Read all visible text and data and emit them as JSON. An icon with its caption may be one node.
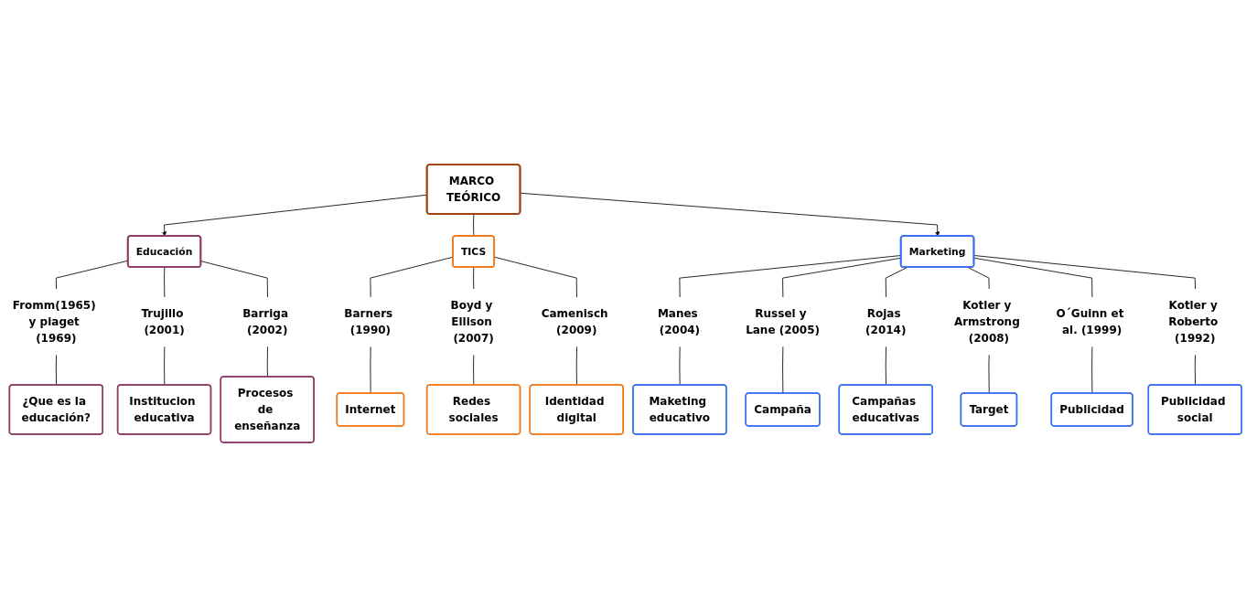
{
  "diagram": {
    "nodes": [
      {
        "text": [
          "MARCO TEÓRICO"
        ]
      },
      {
        "text": [
          "Educación"
        ]
      },
      {
        "text": [
          "TICS"
        ]
      },
      {
        "text": [
          "Marketing"
        ]
      },
      {
        "text": [
          "Fromm(1965) y piaget (1969)"
        ]
      },
      {
        "text": [
          "Trujillo (2001)"
        ]
      },
      {
        "text": [
          "Barriga (2002)"
        ]
      },
      {
        "text": [
          "¿Que es la educación?"
        ]
      },
      {
        "text": [
          "Institucion educativa"
        ]
      },
      {
        "text": [
          "Procesos de enseñanza"
        ]
      },
      {
        "text": [
          "Barners (1990)"
        ]
      },
      {
        "text": [
          "Boyd y Ellison (2007)"
        ]
      },
      {
        "text": [
          "Camenisch (2009)"
        ]
      },
      {
        "text": [
          "Internet"
        ]
      },
      {
        "text": [
          "Redes sociales"
        ]
      },
      {
        "text": [
          "Identidad digital"
        ]
      },
      {
        "text": [
          "Manes (2004)"
        ]
      },
      {
        "text": [
          "Russel y Lane (2005)"
        ]
      },
      {
        "text": [
          "Rojas (2014)"
        ]
      },
      {
        "text": [
          "Kotler y Armstrong (2008)"
        ]
      },
      {
        "text": [
          "O´Guinn et al. (1999)"
        ]
      },
      {
        "text": [
          "Kotler y Roberto (1992)"
        ]
      },
      {
        "text": [
          "Maketing educativo"
        ]
      },
      {
        "text": [
          "Campaña"
        ]
      },
      {
        "text": [
          "Campañas educativas"
        ]
      },
      {
        "text": [
          "Target"
        ]
      },
      {
        "text": [
          "Publicidad"
        ]
      },
      {
        "text": [
          "Publicidad social"
        ]
      }
    ],
    "edges": [
      {
        "from": 0,
        "to": 1,
        "arrow": "to"
      },
      {
        "from": 0,
        "to": 2,
        "arrow": "none"
      },
      {
        "from": 0,
        "to": 3,
        "arrow": "to"
      },
      {
        "from": 1,
        "to": 4,
        "arrow": "none"
      },
      {
        "from": 4,
        "to": 7,
        "arrow": "none"
      },
      {
        "from": 1,
        "to": 5,
        "arrow": "none"
      },
      {
        "from": 5,
        "to": 8,
        "arrow": "none"
      },
      {
        "from": 1,
        "to": 6,
        "arrow": "none"
      },
      {
        "from": 6,
        "to": 9,
        "arrow": "none"
      },
      {
        "from": 2,
        "to": 10,
        "arrow": "none"
      },
      {
        "from": 10,
        "to": 13,
        "arrow": "none"
      },
      {
        "from": 2,
        "to": 11,
        "arrow": "none"
      },
      {
        "from": 11,
        "to": 14,
        "arrow": "none"
      },
      {
        "from": 2,
        "to": 12,
        "arrow": "none"
      },
      {
        "from": 12,
        "to": 15,
        "arrow": "none"
      },
      {
        "from": 3,
        "to": 16,
        "arrow": "none"
      },
      {
        "from": 16,
        "to": 22,
        "arrow": "none"
      },
      {
        "from": 3,
        "to": 17,
        "arrow": "none"
      },
      {
        "from": 17,
        "to": 23,
        "arrow": "none"
      },
      {
        "from": 3,
        "to": 18,
        "arrow": "none"
      },
      {
        "from": 18,
        "to": 24,
        "arrow": "none"
      },
      {
        "from": 3,
        "to": 19,
        "arrow": "none"
      },
      {
        "from": 19,
        "to": 25,
        "arrow": "none"
      },
      {
        "from": 3,
        "to": 20,
        "arrow": "none"
      },
      {
        "from": 20,
        "to": 26,
        "arrow": "none"
      },
      {
        "from": 3,
        "to": 21,
        "arrow": "none"
      },
      {
        "from": 21,
        "to": 27,
        "arrow": "none"
      }
    ]
  }
}
